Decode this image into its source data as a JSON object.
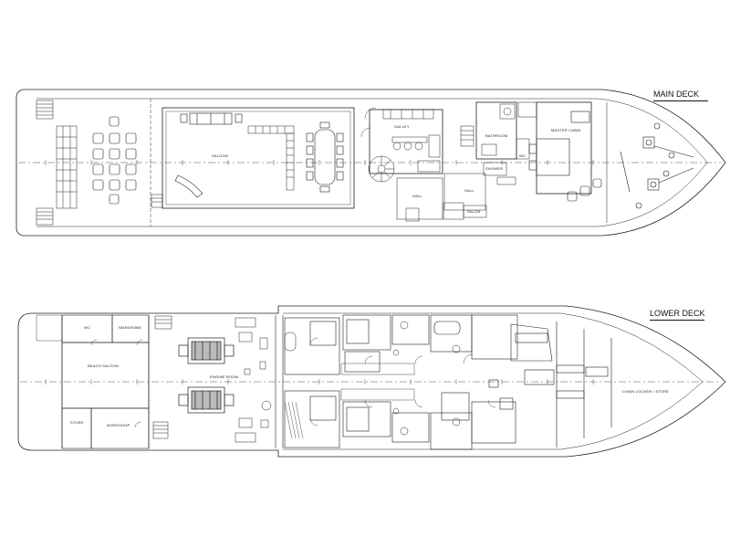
{
  "main_deck": {
    "title": "MAIN DECK",
    "rooms": {
      "saloon": "SALOON",
      "galley": "GALLEY",
      "bathroom": "BATHROOM",
      "master_cabin": "MASTER CABIN",
      "shower": "SHOWER",
      "wc": "WC",
      "hall_1": "HALL",
      "hall_2": "HALL",
      "salon": "SALON"
    }
  },
  "lower_deck": {
    "title": "LOWER DECK",
    "rooms": {
      "wc": "WC",
      "wardrobe": "WARDROBE",
      "beach_saloon": "BEACH SALOON",
      "store": "STORE",
      "workshop": "WORKSHOP",
      "engine_room": "ENGINE ROOM",
      "chain_locker": "CHAIN LOCKER / STORE"
    }
  }
}
